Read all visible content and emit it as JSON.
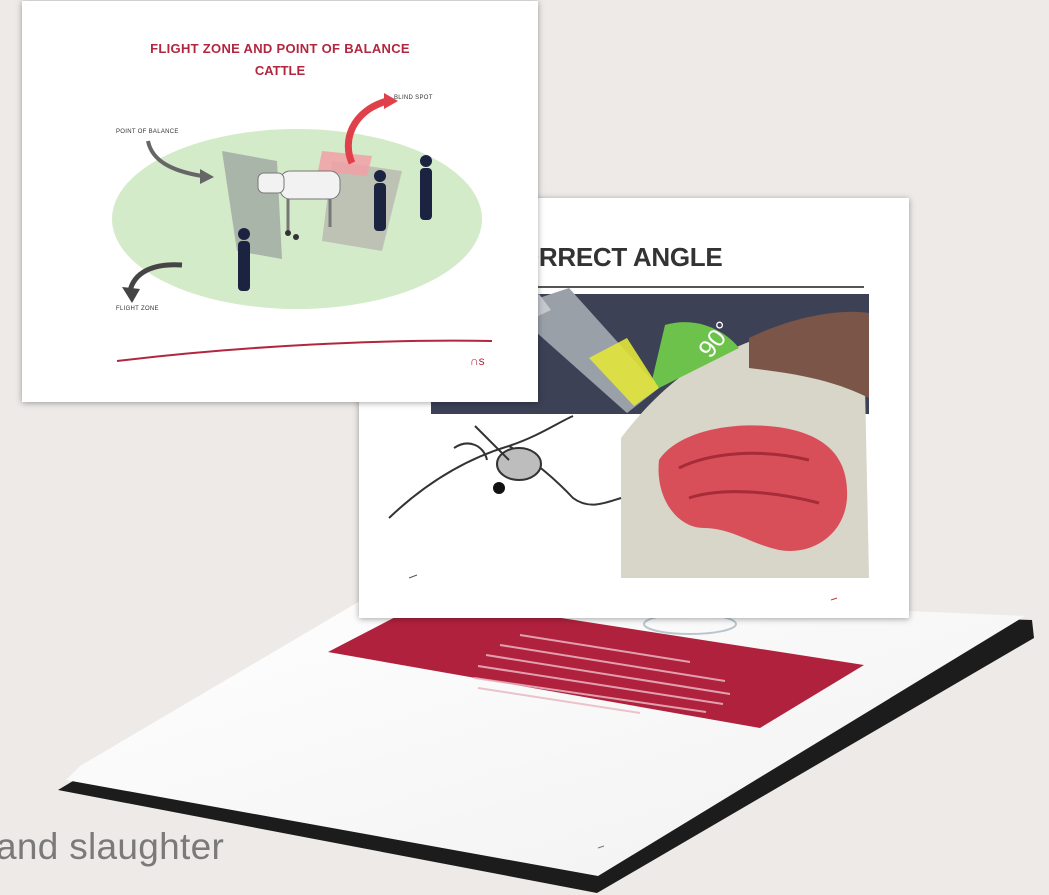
{
  "caption": "and slaughter",
  "slide_flight_zone": {
    "title_line1": "FLIGHT ZONE AND POINT OF BALANCE",
    "title_line2": "CATTLE",
    "label_blind_spot": "BLIND SPOT",
    "label_point_of_balance": "POINT OF BALANCE",
    "label_flight_zone": "FLIGHT ZONE"
  },
  "slide_angle": {
    "title": "ORRECT ANGLE",
    "angle_label": "90°"
  },
  "colors": {
    "accent_red": "#b2263f",
    "zone_green": "#cfe9c4",
    "angle_green": "#6cc24a",
    "brain_red": "#d9434f"
  }
}
